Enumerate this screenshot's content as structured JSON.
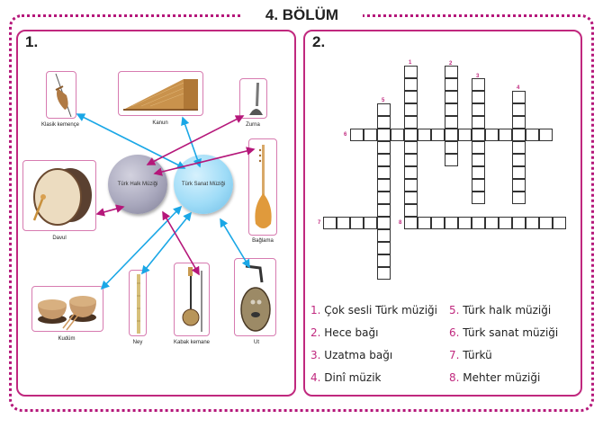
{
  "section_title": "4. BÖLÜM",
  "colors": {
    "accent": "#c0287e",
    "blue_arrow": "#1aa7e6",
    "magenta_arrow": "#b5177a"
  },
  "panel1": {
    "number": "1.",
    "center_circles": {
      "halk": "Türk Halk Müziği",
      "sanat": "Türk Sanat Müziği"
    },
    "instruments": [
      {
        "name": "Klasik kemençe",
        "genre": "sanat"
      },
      {
        "name": "Kanun",
        "genre": "sanat"
      },
      {
        "name": "Zurna",
        "genre": "halk"
      },
      {
        "name": "Davul",
        "genre": "halk"
      },
      {
        "name": "Bağlama",
        "genre": "halk"
      },
      {
        "name": "Kudüm",
        "genre": "sanat"
      },
      {
        "name": "Ney",
        "genre": "sanat"
      },
      {
        "name": "Kabak kemane",
        "genre": "halk"
      },
      {
        "name": "Ut",
        "genre": "sanat"
      }
    ]
  },
  "panel2": {
    "number": "2.",
    "crossword": {
      "numbers": [
        "1",
        "2",
        "3",
        "4",
        "5",
        "6",
        "7",
        "8"
      ]
    },
    "clues_left": [
      {
        "num": "1.",
        "text": "Çok sesli Türk müziği"
      },
      {
        "num": "2.",
        "text": "Hece bağı"
      },
      {
        "num": "3.",
        "text": "Uzatma bağı"
      },
      {
        "num": "4.",
        "text": "Dinî müzik"
      }
    ],
    "clues_right": [
      {
        "num": "5.",
        "text": "Türk halk müziği"
      },
      {
        "num": "6.",
        "text": "Türk sanat müziği"
      },
      {
        "num": "7.",
        "text": "Türkü"
      },
      {
        "num": "8.",
        "text": "Mehter müziği"
      }
    ]
  }
}
